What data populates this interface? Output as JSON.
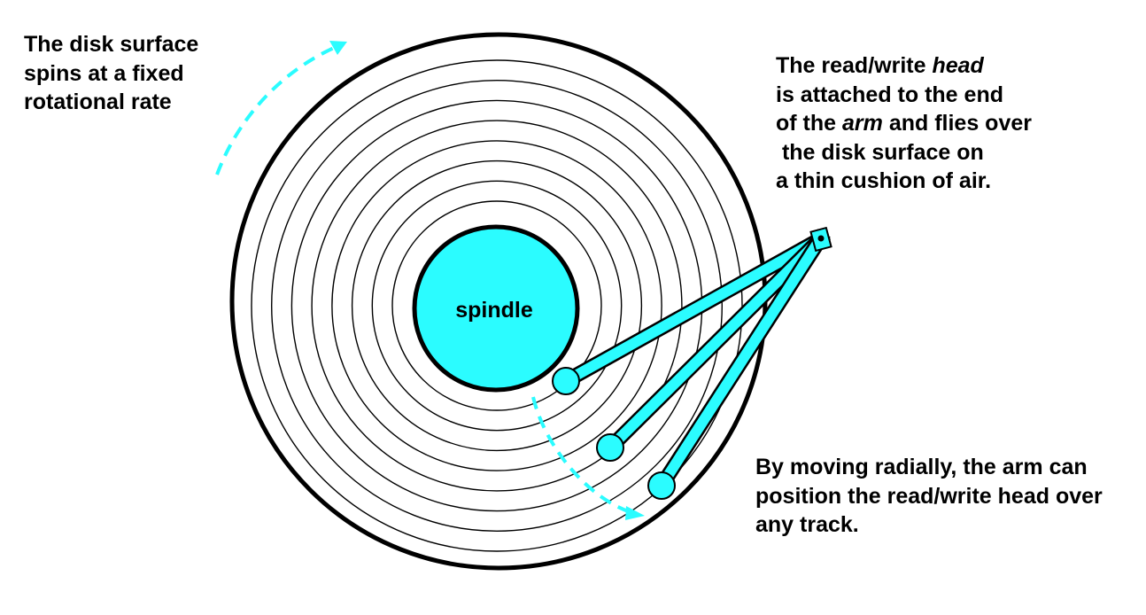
{
  "colors": {
    "accent": "#2bfcff",
    "ink": "#000000",
    "background": "#ffffff"
  },
  "disk": {
    "track_count": 8
  },
  "spindle": {
    "label": "spindle"
  },
  "arm": {
    "positions_shown": 3
  },
  "notes": {
    "spin": [
      "The disk surface",
      "spins at a fixed",
      "rotational rate"
    ],
    "head": {
      "line1_a": "The read/write ",
      "line1_b": "head",
      "line2": "is attached to the end",
      "line3_a": "of the ",
      "line3_b": "arm",
      "line3_c": " and flies over",
      "line4": " the disk surface on",
      "line5": "a thin cushion of air."
    },
    "arm": [
      "By moving radially, the arm can",
      "position the read/write head over",
      "any track."
    ]
  }
}
